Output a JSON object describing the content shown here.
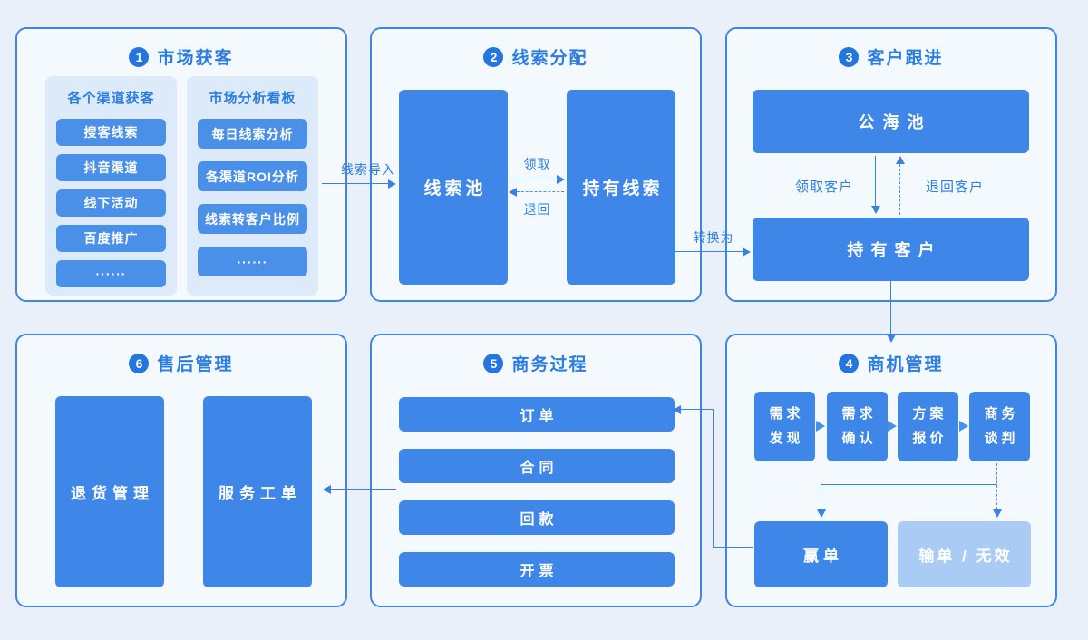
{
  "colors": {
    "page_bg": "#e9f0fa",
    "panel_bg": "#f4f9fe",
    "panel_border": "#3f86e3",
    "subpanel_bg": "#ddeafa",
    "box_blue": "#3e86e7",
    "box_light_blue": "#a9cbf4",
    "accent_text": "#2b7de2"
  },
  "panel1": {
    "badge": "1",
    "title": "市场获客",
    "groups": [
      {
        "title": "各个渠道获客",
        "items": [
          "搜客线索",
          "抖音渠道",
          "线下活动",
          "百度推广",
          "······"
        ]
      },
      {
        "title": "市场分析看板",
        "items": [
          "每日线索分析",
          "各渠道ROI分析",
          "线索转客户比例",
          "······"
        ]
      }
    ]
  },
  "panel2": {
    "badge": "2",
    "title": "线索分配",
    "left_box": "线索池",
    "right_box": "持有线索",
    "claim_label": "领取",
    "return_label": "退回"
  },
  "panel3": {
    "badge": "3",
    "title": "客户跟进",
    "top_box": "公海池",
    "bottom_box": "持有客户",
    "claim_label": "领取客户",
    "return_label": "退回客户"
  },
  "panel4": {
    "badge": "4",
    "title": "商机管理",
    "stages": [
      [
        "需求",
        "发现"
      ],
      [
        "需求",
        "确认"
      ],
      [
        "方案",
        "报价"
      ],
      [
        "商务",
        "谈判"
      ]
    ],
    "win_box": "赢单",
    "lose_box": "输单 / 无效"
  },
  "panel5": {
    "badge": "5",
    "title": "商务过程",
    "bars": [
      "订单",
      "合同",
      "回款",
      "开票"
    ]
  },
  "panel6": {
    "badge": "6",
    "title": "售后管理",
    "left_box": "退货管理",
    "right_box": "服务工单"
  },
  "connectors": {
    "lead_import": "线索导入",
    "convert_to": "转换为"
  }
}
